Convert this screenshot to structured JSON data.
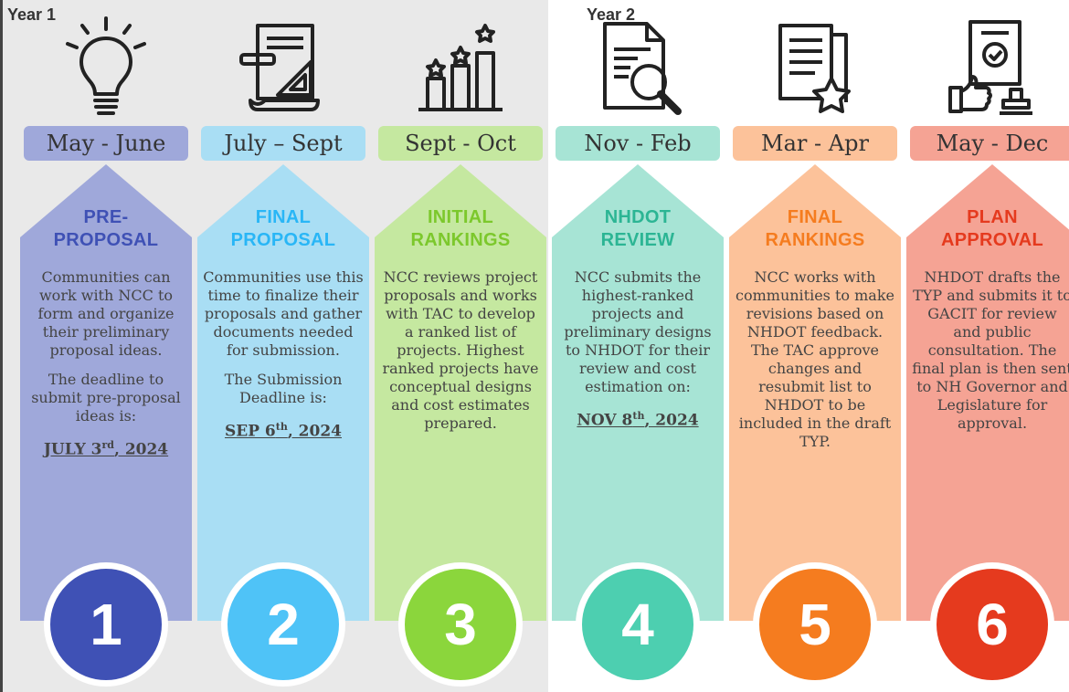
{
  "years": [
    "Year 1",
    "Year 2"
  ],
  "steps": [
    {
      "date": "May - June",
      "title1": "PRE-",
      "title2": "PROPOSAL",
      "text": "Communities can work with NCC to form and organize their preliminary proposal ideas.",
      "text2": "The deadline to submit pre-proposal ideas is:",
      "deadline_main": "JULY 3",
      "deadline_sup": "rd",
      "deadline_end": ", 2024",
      "number": "1",
      "icon": "lightbulb-icon",
      "colors": {
        "pill": "#9fa8da",
        "arrow": "#9fa8da",
        "heading": "#3f51b5",
        "circle": "#3f51b5"
      }
    },
    {
      "date": "July – Sept",
      "title1": "FINAL",
      "title2": "PROPOSAL",
      "text": "Communities use this time to finalize their proposals and gather documents needed for submission.",
      "text2": "The Submission Deadline is:",
      "deadline_main": "SEP 6",
      "deadline_sup": "th",
      "deadline_end": ", 2024",
      "number": "2",
      "icon": "drafting-document-icon",
      "colors": {
        "pill": "#a9def4",
        "arrow": "#a9def4",
        "heading": "#29b6f6",
        "circle": "#4fc3f7"
      }
    },
    {
      "date": "Sept - Oct",
      "title1": "INITIAL",
      "title2": "RANKINGS",
      "text": "NCC reviews project proposals and works with TAC to develop a ranked list of projects. Highest ranked projects have conceptual designs and cost estimates prepared.",
      "text2": "",
      "deadline_main": "",
      "deadline_sup": "",
      "deadline_end": "",
      "number": "3",
      "icon": "ranking-chart-icon",
      "colors": {
        "pill": "#c5e8a0",
        "arrow": "#c5e8a0",
        "heading": "#7cc82c",
        "circle": "#8bd63c"
      }
    },
    {
      "date": "Nov - Feb",
      "title1": "NHDOT",
      "title2": "REVIEW",
      "text": "NCC submits the highest-ranked projects and preliminary designs to NHDOT for their review and cost estimation on:",
      "text2": "",
      "deadline_main": "NOV 8",
      "deadline_sup": "th",
      "deadline_end": ", 2024",
      "number": "4",
      "icon": "document-search-icon",
      "colors": {
        "pill": "#a7e4d5",
        "arrow": "#a7e4d5",
        "heading": "#2cb594",
        "circle": "#4dcfb0"
      }
    },
    {
      "date": "Mar - Apr",
      "title1": "FINAL",
      "title2": "RANKINGS",
      "text": "NCC works with communities to make revisions based on NHDOT feedback. The TAC approve changes and resubmit list to NHDOT to be included in the draft TYP.",
      "text2": "",
      "deadline_main": "",
      "deadline_sup": "",
      "deadline_end": "",
      "number": "5",
      "icon": "document-star-icon",
      "colors": {
        "pill": "#fcc29a",
        "arrow": "#fcc29a",
        "heading": "#f57c1f",
        "circle": "#f57c1f"
      }
    },
    {
      "date": "May - Dec",
      "title1": "PLAN",
      "title2": "APPROVAL",
      "text": "NHDOT drafts the TYP and submits it to GACIT for review and public consultation. The final plan is then sent to NH Governor and Legislature for approval.",
      "text2": "",
      "deadline_main": "",
      "deadline_sup": "",
      "deadline_end": "",
      "number": "6",
      "icon": "approval-stamp-icon",
      "colors": {
        "pill": "#f5a394",
        "arrow": "#f5a394",
        "heading": "#e53a1e",
        "circle": "#e53a1e"
      }
    }
  ]
}
